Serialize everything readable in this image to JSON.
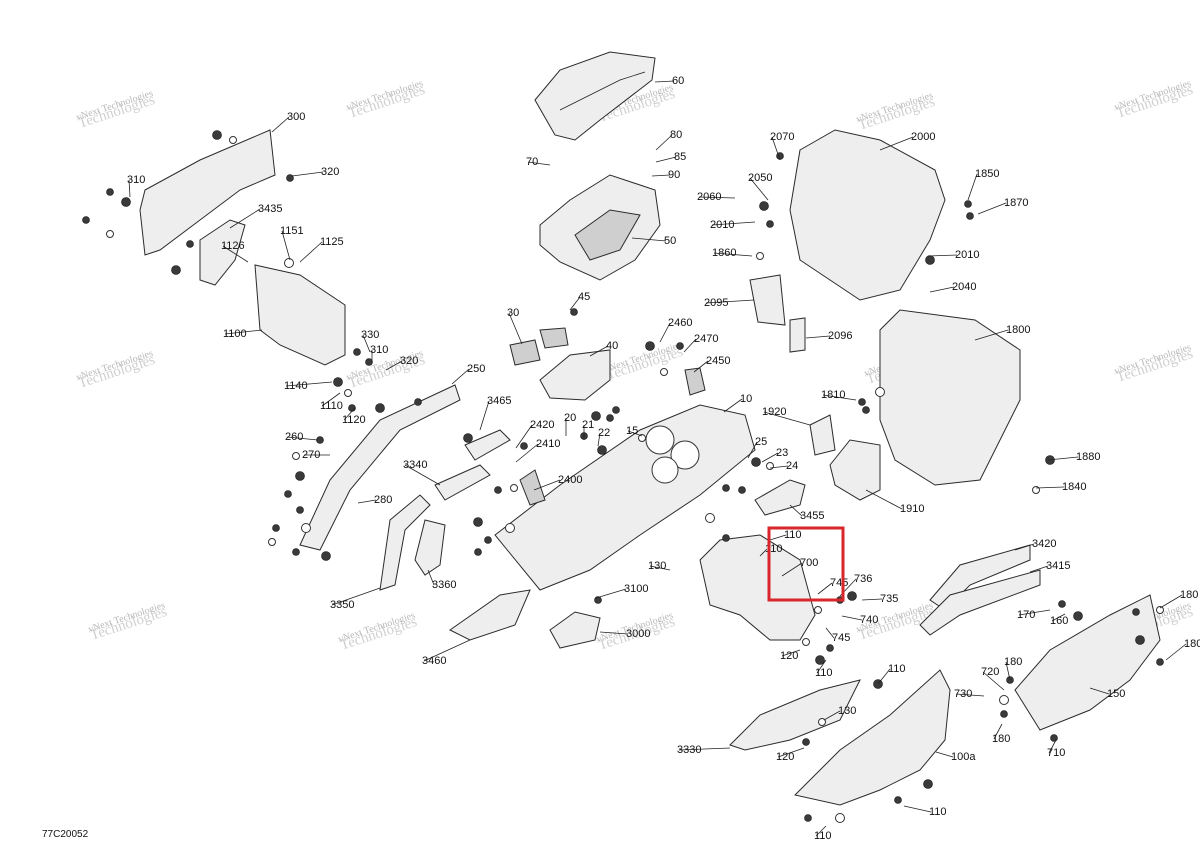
{
  "diagram": {
    "reference_code": "77C20052",
    "highlight_color": "#d9262b",
    "watermark": {
      "line1": "vNext Technologies",
      "line2": "Technologies"
    },
    "callouts": [
      {
        "id": "c60",
        "label": "60"
      },
      {
        "id": "c80",
        "label": "80"
      },
      {
        "id": "c85",
        "label": "85"
      },
      {
        "id": "c90",
        "label": "90"
      },
      {
        "id": "c70",
        "label": "70"
      },
      {
        "id": "c50",
        "label": "50"
      },
      {
        "id": "c300",
        "label": "300"
      },
      {
        "id": "c320",
        "label": "320"
      },
      {
        "id": "c310a",
        "label": "310"
      },
      {
        "id": "c3435",
        "label": "3435"
      },
      {
        "id": "c1126",
        "label": "1126"
      },
      {
        "id": "c1151",
        "label": "1151"
      },
      {
        "id": "c1125",
        "label": "1125"
      },
      {
        "id": "c1100",
        "label": "1100"
      },
      {
        "id": "c330",
        "label": "330"
      },
      {
        "id": "c310b",
        "label": "310"
      },
      {
        "id": "c320b",
        "label": "320"
      },
      {
        "id": "c1140",
        "label": "1140"
      },
      {
        "id": "c1110",
        "label": "1110"
      },
      {
        "id": "c1120",
        "label": "1120"
      },
      {
        "id": "c250",
        "label": "250"
      },
      {
        "id": "c260",
        "label": "260"
      },
      {
        "id": "c270",
        "label": "270"
      },
      {
        "id": "c280",
        "label": "280"
      },
      {
        "id": "c3465",
        "label": "3465"
      },
      {
        "id": "c3340",
        "label": "3340"
      },
      {
        "id": "c3350",
        "label": "3350"
      },
      {
        "id": "c3360",
        "label": "3360"
      },
      {
        "id": "c3460",
        "label": "3460"
      },
      {
        "id": "c30",
        "label": "30"
      },
      {
        "id": "c45",
        "label": "45"
      },
      {
        "id": "c40",
        "label": "40"
      },
      {
        "id": "c2460",
        "label": "2460"
      },
      {
        "id": "c2470",
        "label": "2470"
      },
      {
        "id": "c2450",
        "label": "2450"
      },
      {
        "id": "c2420",
        "label": "2420"
      },
      {
        "id": "c2410",
        "label": "2410"
      },
      {
        "id": "c2400",
        "label": "2400"
      },
      {
        "id": "c20",
        "label": "20"
      },
      {
        "id": "c21",
        "label": "21"
      },
      {
        "id": "c22",
        "label": "22"
      },
      {
        "id": "c15",
        "label": "15"
      },
      {
        "id": "c10",
        "label": "10"
      },
      {
        "id": "c25",
        "label": "25"
      },
      {
        "id": "c23",
        "label": "23"
      },
      {
        "id": "c24",
        "label": "24"
      },
      {
        "id": "c3100",
        "label": "3100"
      },
      {
        "id": "c3000",
        "label": "3000"
      },
      {
        "id": "c110a",
        "label": "110"
      },
      {
        "id": "c110b",
        "label": "110"
      },
      {
        "id": "c700",
        "label": "700"
      },
      {
        "id": "c745a",
        "label": "745"
      },
      {
        "id": "c130a",
        "label": "130"
      },
      {
        "id": "c736",
        "label": "736"
      },
      {
        "id": "c735",
        "label": "735"
      },
      {
        "id": "c740",
        "label": "740"
      },
      {
        "id": "c745b",
        "label": "745"
      },
      {
        "id": "c120a",
        "label": "120"
      },
      {
        "id": "c110c",
        "label": "110"
      },
      {
        "id": "c3455",
        "label": "3455"
      },
      {
        "id": "c1920",
        "label": "1920"
      },
      {
        "id": "c1910",
        "label": "1910"
      },
      {
        "id": "c2070",
        "label": "2070"
      },
      {
        "id": "c2000",
        "label": "2000"
      },
      {
        "id": "c2050",
        "label": "2050"
      },
      {
        "id": "c2060",
        "label": "2060"
      },
      {
        "id": "c2010a",
        "label": "2010"
      },
      {
        "id": "c1860",
        "label": "1860"
      },
      {
        "id": "c2010b",
        "label": "2010"
      },
      {
        "id": "c2040",
        "label": "2040"
      },
      {
        "id": "c1850",
        "label": "1850"
      },
      {
        "id": "c1870",
        "label": "1870"
      },
      {
        "id": "c2095",
        "label": "2095"
      },
      {
        "id": "c2096",
        "label": "2096"
      },
      {
        "id": "c1800",
        "label": "1800"
      },
      {
        "id": "c1810",
        "label": "1810"
      },
      {
        "id": "c1880",
        "label": "1880"
      },
      {
        "id": "c1840",
        "label": "1840"
      },
      {
        "id": "c3420",
        "label": "3420"
      },
      {
        "id": "c3415",
        "label": "3415"
      },
      {
        "id": "c170",
        "label": "170"
      },
      {
        "id": "c160",
        "label": "160"
      },
      {
        "id": "c180a",
        "label": "180"
      },
      {
        "id": "c180b",
        "label": "180"
      },
      {
        "id": "c180c",
        "label": "180"
      },
      {
        "id": "c180d",
        "label": "180"
      },
      {
        "id": "c720",
        "label": "720"
      },
      {
        "id": "c730",
        "label": "730"
      },
      {
        "id": "c150",
        "label": "150"
      },
      {
        "id": "c710",
        "label": "710"
      },
      {
        "id": "c110d",
        "label": "110"
      },
      {
        "id": "c130b",
        "label": "130"
      },
      {
        "id": "c120b",
        "label": "120"
      },
      {
        "id": "c3330",
        "label": "3330"
      },
      {
        "id": "c100a",
        "label": "100a"
      },
      {
        "id": "c110e",
        "label": "110"
      },
      {
        "id": "c110f",
        "label": "110"
      }
    ]
  }
}
